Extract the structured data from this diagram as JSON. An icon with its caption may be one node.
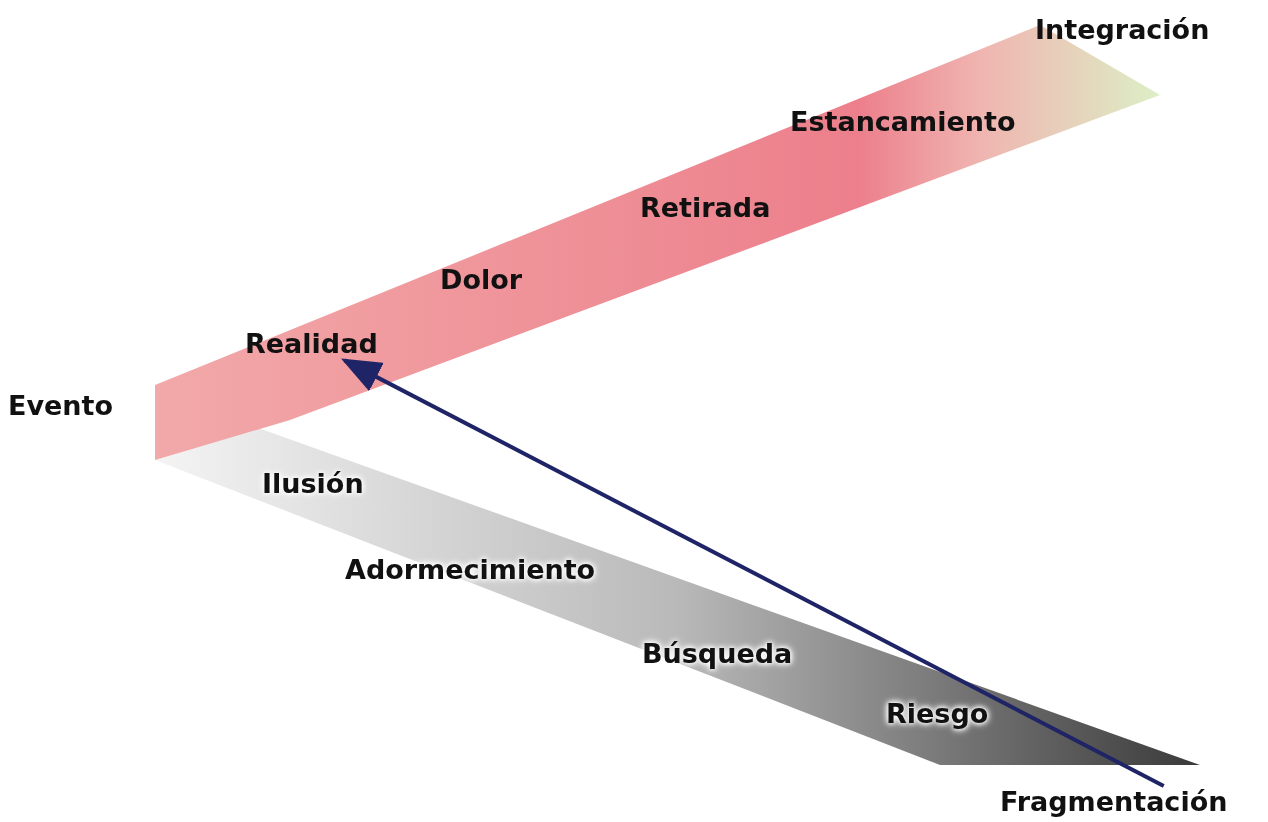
{
  "diagram": {
    "nodes": [
      {
        "text": [
          "Integración"
        ]
      },
      {
        "text": [
          "Estancamiento"
        ]
      },
      {
        "text": [
          "Retirada"
        ]
      },
      {
        "text": [
          "Dolor"
        ]
      },
      {
        "text": [
          "Realidad"
        ]
      },
      {
        "text": [
          "Evento"
        ]
      },
      {
        "text": [
          "Ilusión"
        ]
      },
      {
        "text": [
          "Adormecimiento"
        ]
      },
      {
        "text": [
          "Búsqueda"
        ]
      },
      {
        "text": [
          "Riesgo"
        ]
      },
      {
        "text": [
          "Fragmentación"
        ]
      }
    ],
    "edges": [
      {
        "from": 10,
        "to": 4,
        "arrow": "to"
      }
    ]
  }
}
